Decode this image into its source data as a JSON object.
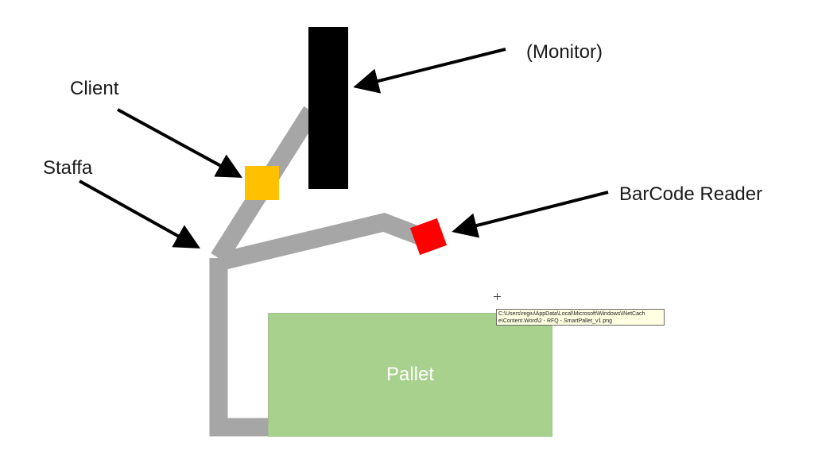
{
  "labels": {
    "monitor": "(Monitor)",
    "client": "Client",
    "staffa": "Staffa",
    "barcode_reader": "BarCode Reader",
    "pallet": "Pallet"
  },
  "tooltip": {
    "line1": "C:\\Users\\regiu\\AppData\\Local\\Microsoft\\Windows\\INetCach",
    "line2": "e\\Content.Word\\2 - RFQ - SmartPallet_v1.png"
  },
  "colors": {
    "background": "#ffffff",
    "arm": "#a6a6a6",
    "monitor": "#000000",
    "client": "#ffc000",
    "barcode_reader": "#ff0000",
    "pallet": "#a9d18e",
    "arrow": "#000000",
    "tooltip_bg": "#ffffe1"
  },
  "icons": {
    "cursor": "crosshair-move-cursor-icon"
  }
}
